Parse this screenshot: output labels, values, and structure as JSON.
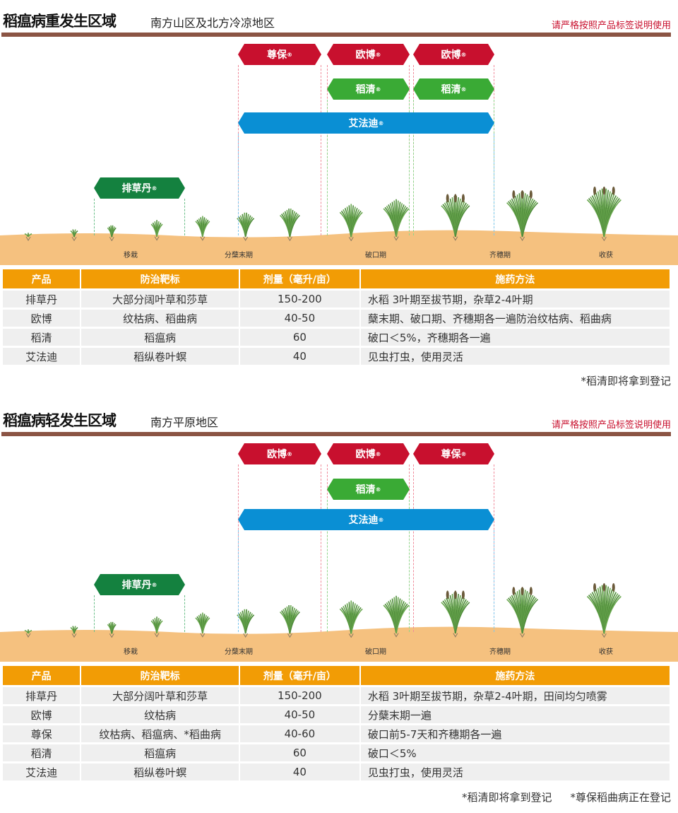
{
  "sections": [
    {
      "title": "稻瘟病重发生区域",
      "subtitle": "南方山区及北方冷凉地区",
      "warning": "请严格按照产品标签说明使用",
      "red_row": [
        "尊保",
        "欧博",
        "欧博"
      ],
      "green_row": [
        null,
        "稻清",
        "稻清"
      ],
      "blue": "艾法迪",
      "herbicide": "排草丹",
      "reg": "®",
      "stages": [
        "移栽",
        "分蘖末期",
        "破口期",
        "齐穗期",
        "收获"
      ],
      "headers": [
        "产品",
        "防治靶标",
        "剂量（毫升/亩）",
        "施药方法"
      ],
      "rows": [
        [
          "排草丹",
          "大部分阔叶草和莎草",
          "150-200",
          "水稻 3叶期至拔节期，杂草2-4叶期"
        ],
        [
          "欧博",
          "纹枯病、稻曲病",
          "40-50",
          "蘖末期、破口期、齐穗期各一遍防治纹枯病、稻曲病"
        ],
        [
          "稻清",
          "稻瘟病",
          "60",
          "破口＜5%，齐穗期各一遍"
        ],
        [
          "艾法迪",
          "稻纵卷叶螟",
          "40",
          "见虫打虫，使用灵活"
        ]
      ],
      "footnotes": [
        "*稻清即将拿到登记"
      ]
    },
    {
      "title": "稻瘟病轻发生区域",
      "subtitle": "南方平原地区",
      "warning": "请严格按照产品标签说明使用",
      "red_row": [
        "欧博",
        "欧博",
        "尊保"
      ],
      "green_row": [
        null,
        "稻清",
        null
      ],
      "blue": "艾法迪",
      "herbicide": "排草丹",
      "reg": "®",
      "stages": [
        "移栽",
        "分蘖末期",
        "破口期",
        "齐穗期",
        "收获"
      ],
      "headers": [
        "产品",
        "防治靶标",
        "剂量（毫升/亩）",
        "施药方法"
      ],
      "rows": [
        [
          "排草丹",
          "大部分阔叶草和莎草",
          "150-200",
          "水稻 3叶期至拔节期，杂草2-4叶期，田间均匀喷雾"
        ],
        [
          "欧博",
          "纹枯病",
          "40-50",
          "分蘖末期一遍"
        ],
        [
          "尊保",
          "纹枯病、稻瘟病、*稻曲病",
          "40-60",
          "破口前5-7天和齐穗期各一遍"
        ],
        [
          "稻清",
          "稻瘟病",
          "60",
          "破口＜5%"
        ],
        [
          "艾法迪",
          "稻纵卷叶螟",
          "40",
          "见虫打虫，使用灵活"
        ]
      ],
      "footnotes": [
        "*稻清即将拿到登记",
        "*尊保稻曲病正在登记"
      ]
    }
  ],
  "colors": {
    "red": "#c8102e",
    "green": "#3aaa35",
    "blue": "#0a8fd4",
    "dark_green": "#14813f",
    "orange": "#f29c05",
    "brown": "#8b5444",
    "soil": "#f5c17f"
  }
}
